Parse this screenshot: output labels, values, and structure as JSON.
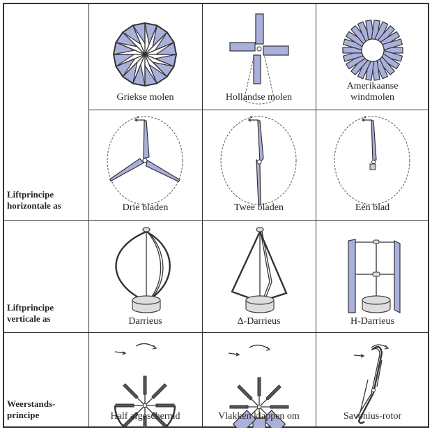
{
  "rows": [
    {
      "label": [
        "",
        ""
      ]
    },
    {
      "label": [
        "Liftprincipe",
        "horizontale as"
      ]
    },
    {
      "label": [
        "Liftprincipe",
        "verticale as"
      ]
    },
    {
      "label": [
        "Weerstands-",
        "principe"
      ]
    }
  ],
  "cells": {
    "griekse": "Griekse molen",
    "hollandse": "Hollandse molen",
    "amerikaanse_1": "Amerikaanse",
    "amerikaanse_2": "windmolen",
    "drie": "Drie bladen",
    "twee": "Twee bladen",
    "een": "Eén blad",
    "darrieus": "Darrieus",
    "delta": "Δ-Darrieus",
    "h": "H-Darrieus",
    "half": "Half afgeschermd",
    "vlakken": "Vlakken klappen om",
    "savonius": "Savonius-rotor"
  },
  "symbols": {
    "velocity": "u"
  },
  "colors": {
    "blade": "#aab0dc",
    "line": "#333333"
  }
}
